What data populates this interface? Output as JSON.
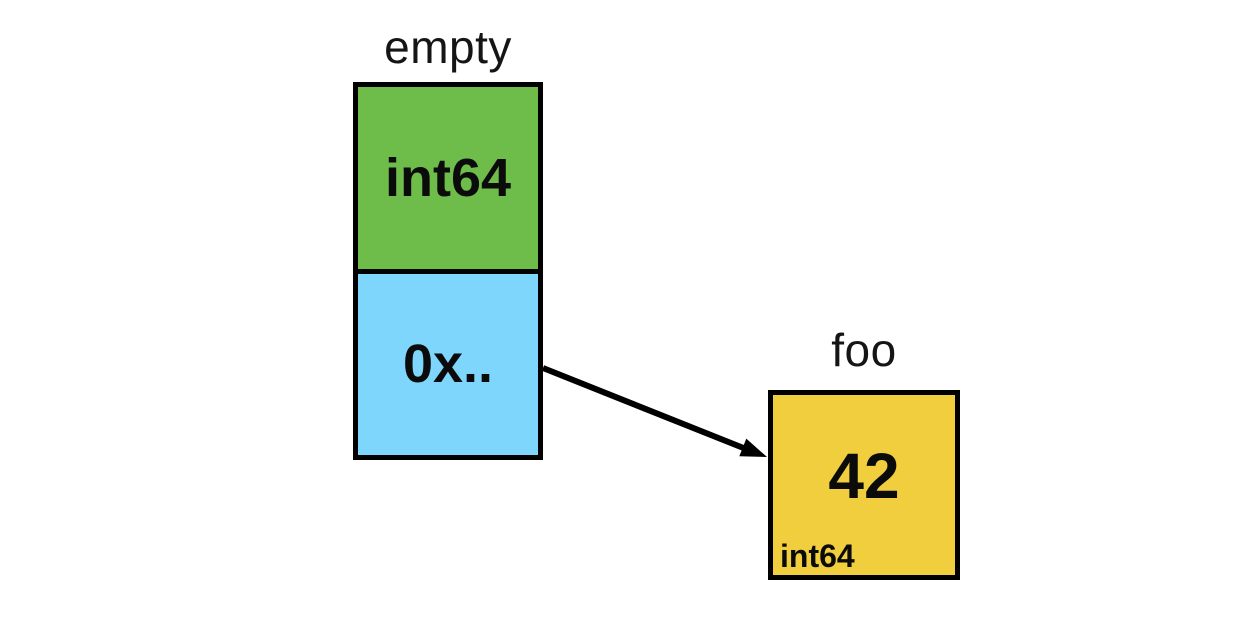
{
  "canvas": {
    "background": "#ffffff"
  },
  "variable_stack": {
    "label": "empty",
    "type_cell": {
      "text": "int64",
      "fill": "#6ebc49"
    },
    "pointer_cell": {
      "text": "0x..",
      "fill": "#7ed6fc"
    }
  },
  "pointee_box": {
    "label": "foo",
    "value": "42",
    "type": "int64",
    "fill": "#f0ce3d"
  },
  "arrow": {
    "icon": "pointer-arrow-icon",
    "color": "#000000"
  },
  "colors": {
    "border": "#000000",
    "text": "#0b0b0b",
    "label_text": "#151515"
  }
}
